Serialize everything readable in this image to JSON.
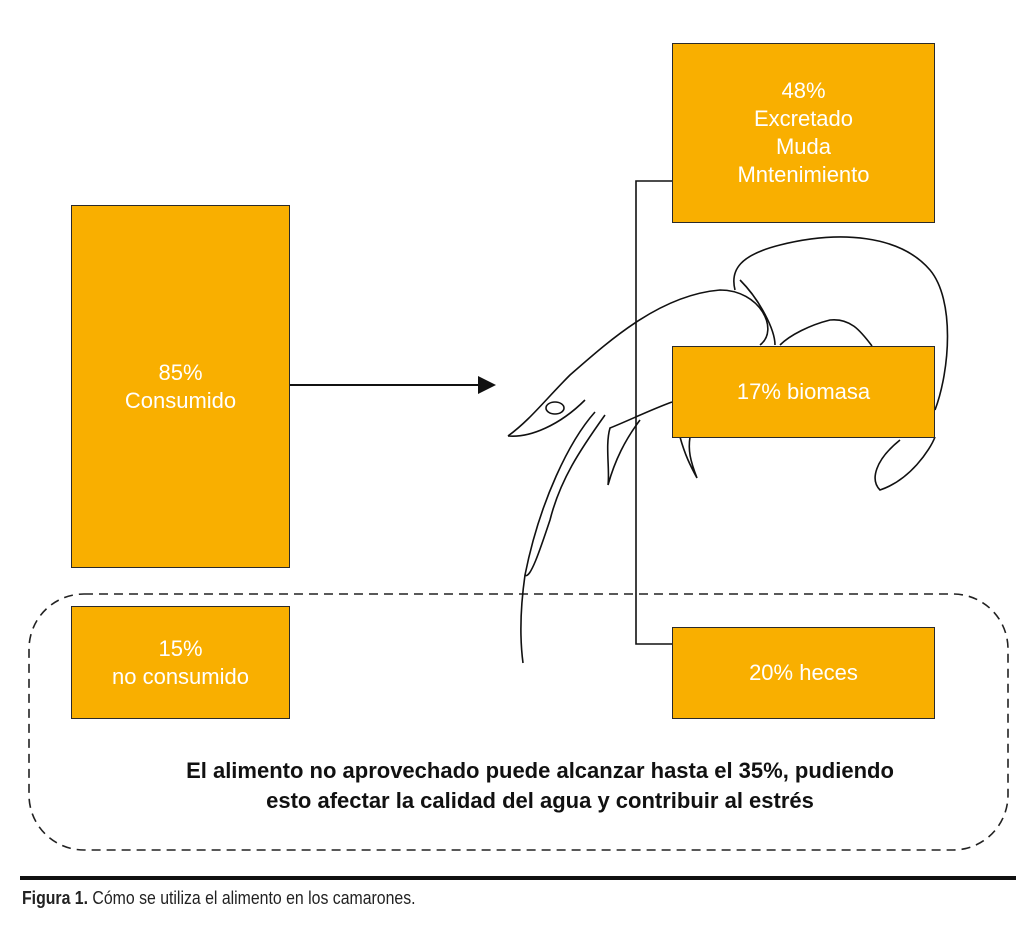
{
  "colors": {
    "box": "#F9AF00",
    "line": "#111111"
  },
  "boxes": {
    "consumed": {
      "line1": "85%",
      "line2": "Consumido"
    },
    "not_consumed": {
      "line1": "15%",
      "line2": "no consumido"
    },
    "excreted": {
      "line1": "48%",
      "line2": "Excretado",
      "line3": "Muda",
      "line4": "Mntenimiento"
    },
    "biomass": {
      "line1": "17% biomasa"
    },
    "feces": {
      "line1": "20% heces"
    }
  },
  "note": {
    "line1": "El alimento no aprovechado puede alcanzar hasta el 35%, pudiendo",
    "line2": "esto afectar la calidad del agua y contribuir al estrés"
  },
  "caption": {
    "label": "Figura 1.",
    "text": " Cómo se utiliza el alimento en los camarones."
  },
  "illustration": "shrimp-outline"
}
